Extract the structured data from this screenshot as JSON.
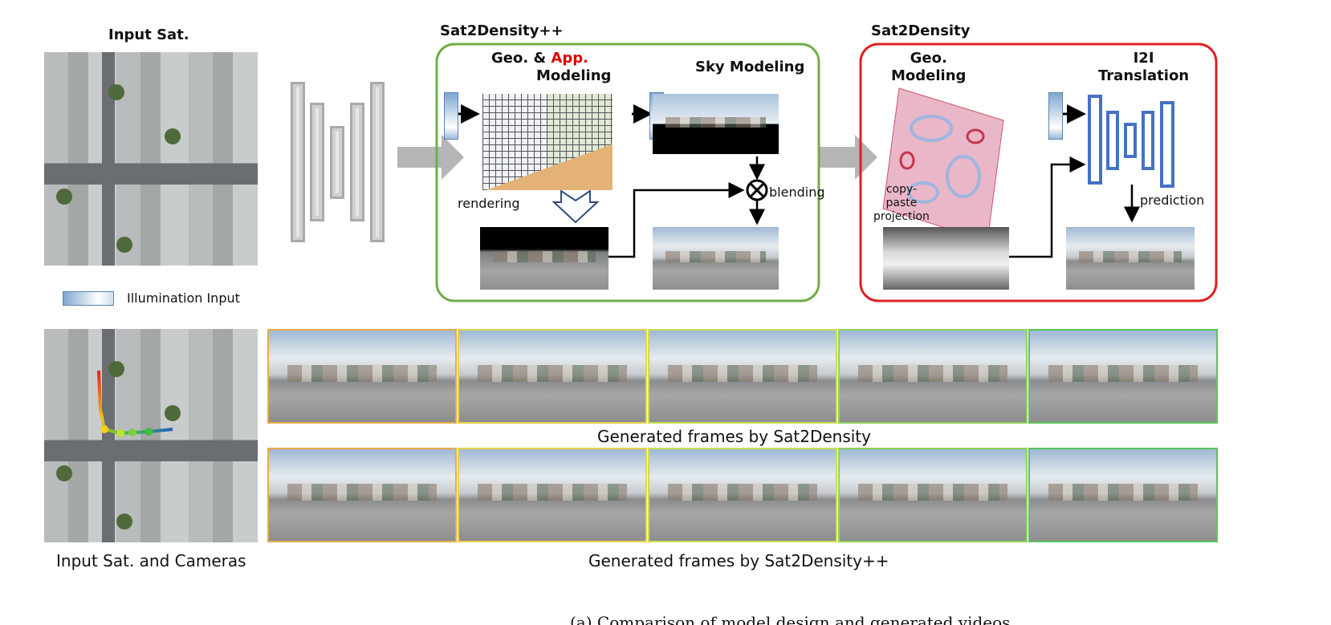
{
  "top": {
    "input_title": "Input Sat.",
    "sat2densitypp": {
      "title": "Sat2Density++",
      "geo_app_1": "Geo. & ",
      "geo_app_red": "App.",
      "geo_app_2": "Modeling",
      "sky": "Sky Modeling",
      "rendering": "rendering",
      "blending": "blending"
    },
    "sat2density": {
      "title": "Sat2Density",
      "geo": "Geo.\nModeling",
      "i2i": "I2I\nTranslation",
      "copy_paste": "copy-\npaste\nprojection",
      "prediction": "prediction"
    },
    "legend": "Illumination Input"
  },
  "bottom": {
    "input_caption": "Input Sat. and Cameras",
    "row1_caption": "Generated frames by Sat2Density",
    "row2_caption": "Generated frames by Sat2Density++",
    "frame_colors": [
      "#e8a94a",
      "#e5d34a",
      "#c9e04e",
      "#8fd25a",
      "#5cc45a"
    ]
  },
  "caption": "(a) Comparison of model design and generated videos",
  "colors": {
    "green_box": "#70ad47",
    "red_box": "#e02020",
    "app_red": "#e00000"
  }
}
